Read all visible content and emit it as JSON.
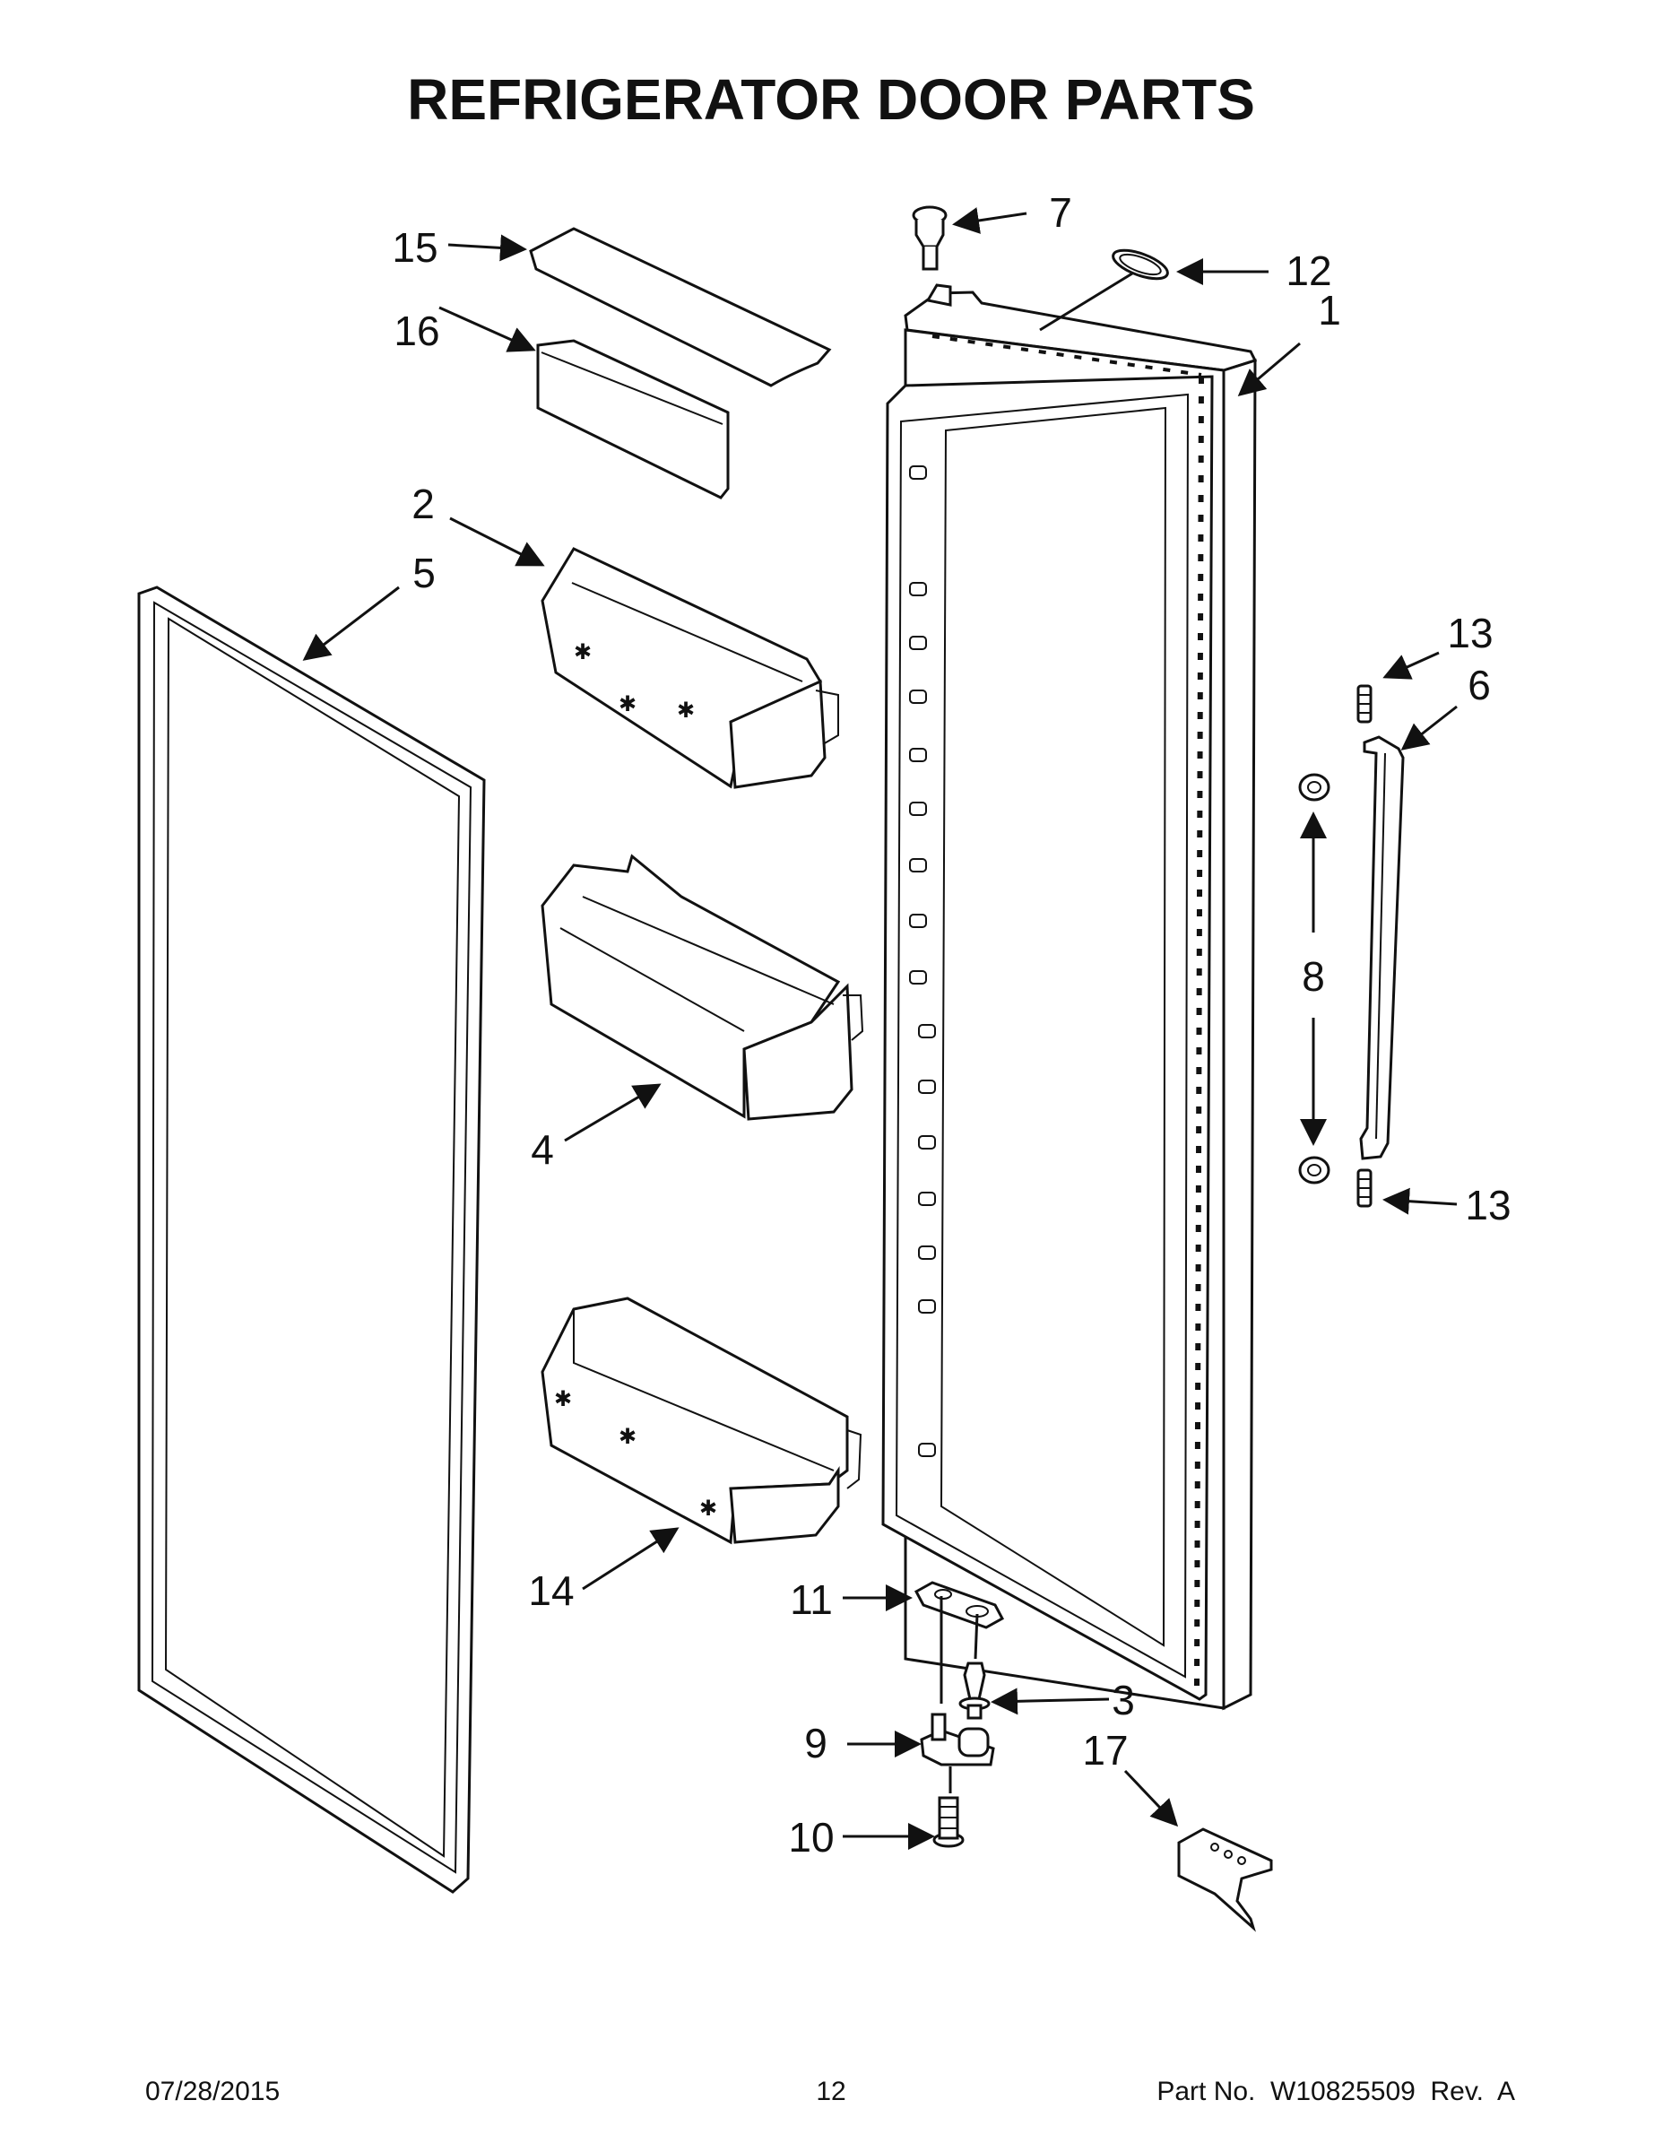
{
  "title": "REFRIGERATOR DOOR PARTS",
  "callouts": {
    "c1": "1",
    "c2": "2",
    "c3": "3",
    "c4": "4",
    "c5": "5",
    "c6": "6",
    "c7": "7",
    "c8": "8",
    "c9": "9",
    "c10": "10",
    "c11": "11",
    "c12": "12",
    "c13a": "13",
    "c13b": "13",
    "c14": "14",
    "c15": "15",
    "c16": "16",
    "c17": "17"
  },
  "footer": {
    "date": "07/28/2015",
    "page": "12",
    "part_no": "Part No.  W10825509  Rev.  A"
  }
}
